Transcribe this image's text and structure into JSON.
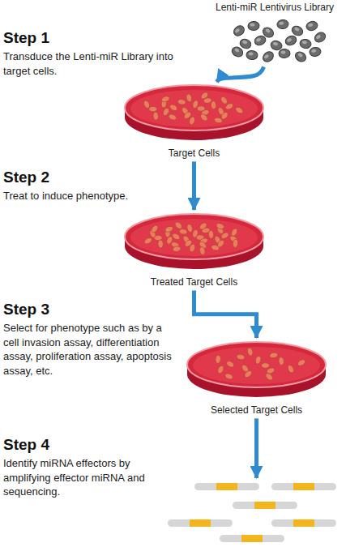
{
  "diagram": {
    "nodes": [
      {
        "text": [
          "Lenti-miR Lentivirus Library"
        ]
      },
      {
        "text": [
          "Target Cells"
        ]
      },
      {
        "text": [
          "Treated Target Cells"
        ]
      },
      {
        "text": [
          "Selected Target Cells"
        ]
      }
    ],
    "edges": [
      {
        "from": 0,
        "to": 1,
        "arrow": "to"
      },
      {
        "from": 1,
        "to": 2,
        "arrow": "to"
      },
      {
        "from": 2,
        "to": 3,
        "arrow": "to"
      }
    ],
    "labels": [
      "Step 1",
      "Transduce the Lenti-miR Library into target cells.",
      "Step 2",
      "Treat to induce phenotype.",
      "Step 3",
      "Select for phenotype such as by a cell invasion assay, differentiation assay, proliferation assay, apoptosis assay, etc.",
      "Step 4",
      "Identify miRNA effectors by amplifying effector miRNA and sequencing."
    ]
  }
}
